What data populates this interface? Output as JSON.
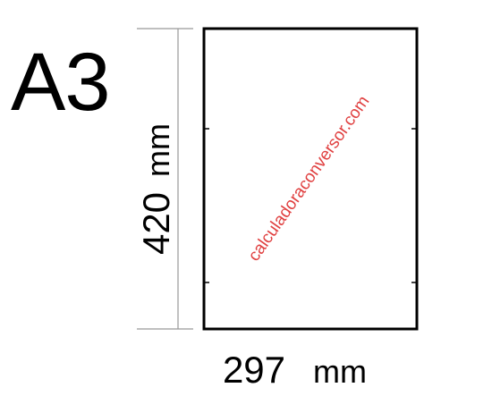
{
  "paper_size": "A3",
  "height_value": "420",
  "height_unit": "mm",
  "width_value": "297",
  "width_unit": "mm",
  "watermark": "calculadoraconversor.com",
  "colors": {
    "sheet_border": "#000000",
    "dimension_lines": "#999999",
    "watermark": "#e04040"
  }
}
